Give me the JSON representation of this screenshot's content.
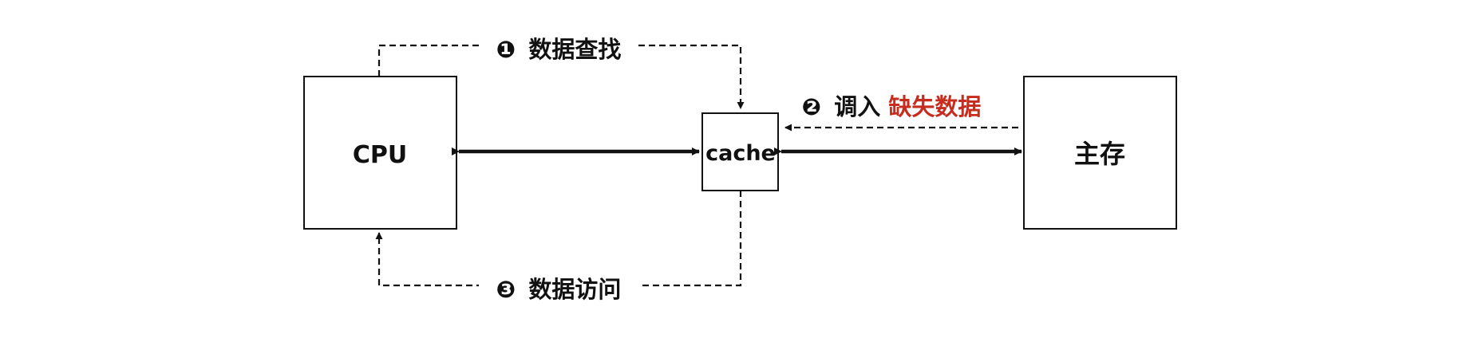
{
  "nodes": {
    "cpu": {
      "label": "CPU"
    },
    "cache": {
      "label": "cache"
    },
    "main_memory": {
      "label": "主存"
    }
  },
  "steps": {
    "lookup": {
      "number": "❶",
      "text": "数据查找"
    },
    "load": {
      "number": "❷",
      "text": "调入",
      "highlight_text": "缺失数据"
    },
    "access": {
      "number": "❸",
      "text": "数据访问"
    }
  },
  "colors": {
    "line": "#111111",
    "highlight": "#c62d1f",
    "background": "#ffffff"
  }
}
